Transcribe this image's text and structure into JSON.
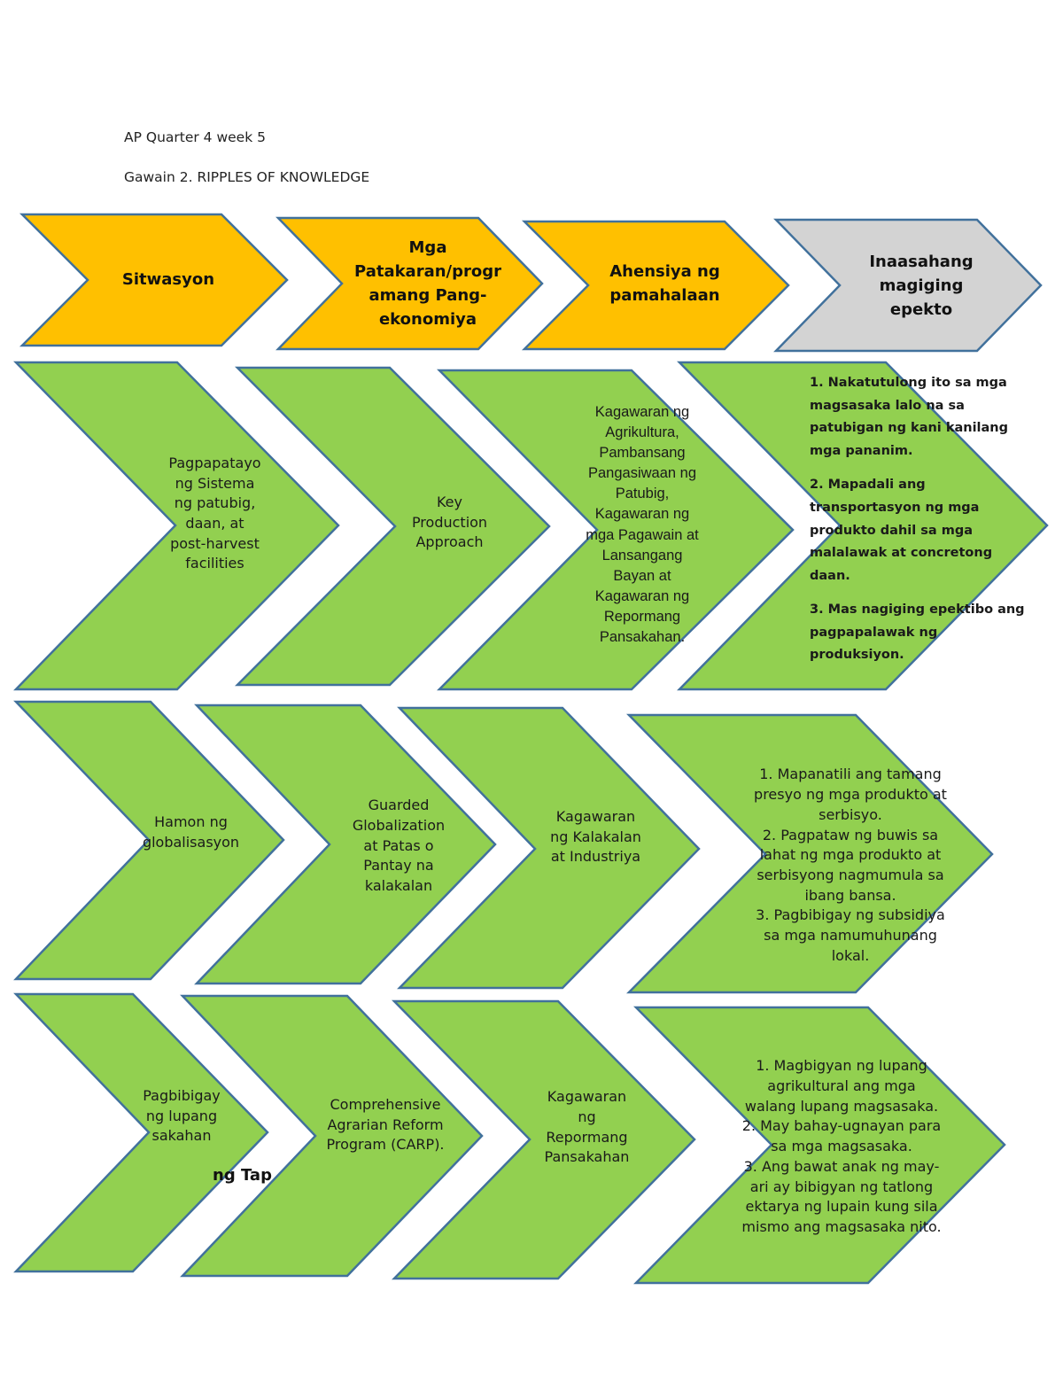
{
  "doc": {
    "line1": "AP Quarter 4 week 5",
    "line2": "Gawain 2. RIPPLES OF KNOWLEDGE"
  },
  "colors": {
    "orange": "#FFC000",
    "gray": "#D3D3D3",
    "green": "#92D050",
    "border": "#41719C"
  },
  "headers": [
    {
      "lines": [
        "Sitwasyon"
      ]
    },
    {
      "lines": [
        "Mga",
        "Patakaran/progr",
        "amang Pang-",
        "ekonomiya"
      ]
    },
    {
      "lines": [
        "Ahensiya ng",
        "pamahalaan"
      ]
    },
    {
      "lines": [
        "Inaasahang",
        "magiging",
        "epekto"
      ]
    }
  ],
  "rows": [
    {
      "sitwasyon": [
        "Pagpapatayo",
        "ng Sistema",
        "ng patubig,",
        "daan, at",
        "post-harvest",
        "facilities"
      ],
      "patakaran": [
        "Key",
        "Production",
        "Approach"
      ],
      "ahensiya": [
        "Kagawaran ng",
        "Agrikultura,",
        "Pambansang",
        "Pangasiwaan ng",
        "Patubig,",
        "Kagawaran ng",
        "mga Pagawain at",
        "Lansangang",
        "Bayan at",
        "Kagawaran ng",
        "Repormang",
        "Pansakahan."
      ],
      "epekto": [
        "1. Nakatutulong ito sa mga magsasaka lalo na sa patubigan ng kani kanilang mga pananim.",
        "2. Mapadali ang transportasyon ng mga produkto dahil sa mga malalawak at concretong daan.",
        "3. Mas nagiging epektibo ang pagpapalawak ng produksiyon."
      ]
    },
    {
      "sitwasyon": [
        "Hamon ng",
        "globalisasyon"
      ],
      "patakaran": [
        "Guarded",
        "Globalization",
        "at Patas o",
        "Pantay na",
        "kalakalan"
      ],
      "ahensiya": [
        "Kagawaran",
        "ng Kalakalan",
        "at Industriya"
      ],
      "epekto": [
        "1. Mapanatili ang tamang",
        "presyo ng mga produkto at",
        "serbisyo.",
        "2. Pagpataw ng buwis sa",
        "lahat ng mga produkto at",
        "serbisyong nagmumula sa",
        "ibang bansa.",
        "3. Pagbibigay ng subsidiya",
        "sa mga namumuhunang",
        "lokal."
      ]
    },
    {
      "sitwasyon": [
        "Pagbibigay",
        "ng lupang",
        "sakahan"
      ],
      "stray": "ng Tap",
      "patakaran": [
        "Comprehensive",
        "Agrarian Reform",
        "Program (CARP)."
      ],
      "ahensiya": [
        "Kagawaran",
        "ng",
        "Repormang",
        "Pansakahan"
      ],
      "epekto": [
        "1. Magbigyan ng lupang",
        "agrikultural ang mga",
        "walang lupang magsasaka.",
        "2. May bahay-ugnayan para",
        "sa mga magsasaka.",
        "3. Ang bawat anak ng may-",
        "ari ay bibigyan ng tatlong",
        "ektarya ng lupain kung sila",
        "mismo ang magsasaka nito."
      ]
    }
  ]
}
